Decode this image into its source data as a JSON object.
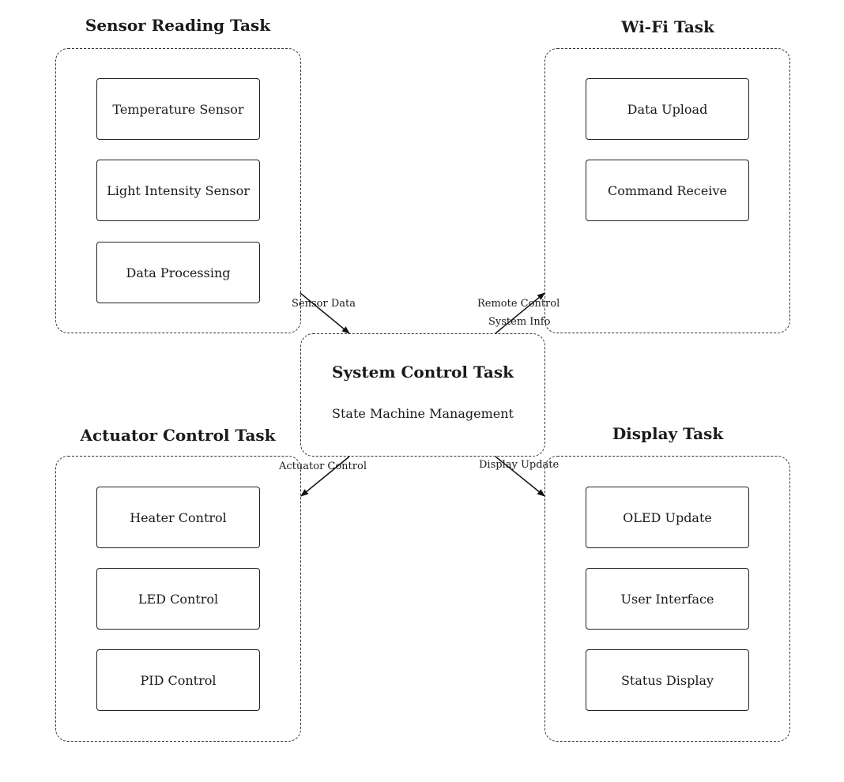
{
  "groups": {
    "sensor": {
      "title": "Sensor Reading Task",
      "items": [
        "Temperature Sensor",
        "Light Intensity Sensor",
        "Data Processing"
      ]
    },
    "wifi": {
      "title": "Wi-Fi Task",
      "items": [
        "Data Upload",
        "Command Receive"
      ]
    },
    "actuator": {
      "title": "Actuator Control Task",
      "items": [
        "Heater Control",
        "LED Control",
        "PID Control"
      ]
    },
    "display": {
      "title": "Display Task",
      "items": [
        "OLED Update",
        "User Interface",
        "Status Display"
      ]
    }
  },
  "center": {
    "title": "System Control Task",
    "subtitle": "State Machine Management"
  },
  "edges": {
    "sensor_data": "Sensor Data",
    "remote_control": "Remote Control",
    "system_info": "System Info",
    "actuator_control": "Actuator Control",
    "display_update": "Display Update"
  }
}
